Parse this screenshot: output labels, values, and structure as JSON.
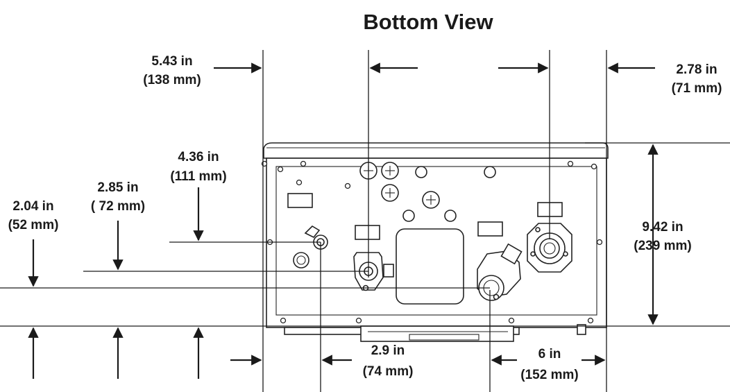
{
  "title": "Bottom View",
  "dimensions": [
    {
      "id": "d543",
      "inches": "5.43 in",
      "mm": "(138 mm)"
    },
    {
      "id": "d278",
      "inches": "2.78 in",
      "mm": "(71 mm)"
    },
    {
      "id": "d436",
      "inches": "4.36 in",
      "mm": "(111 mm)"
    },
    {
      "id": "d285",
      "inches": "2.85 in",
      "mm": "( 72 mm)"
    },
    {
      "id": "d204",
      "inches": "2.04 in",
      "mm": "(52 mm)"
    },
    {
      "id": "d942",
      "inches": "9.42 in",
      "mm": "(239 mm)"
    },
    {
      "id": "d29",
      "inches": "2.9 in",
      "mm": "(74 mm)"
    },
    {
      "id": "d6",
      "inches": "6 in",
      "mm": "(152 mm)"
    }
  ]
}
